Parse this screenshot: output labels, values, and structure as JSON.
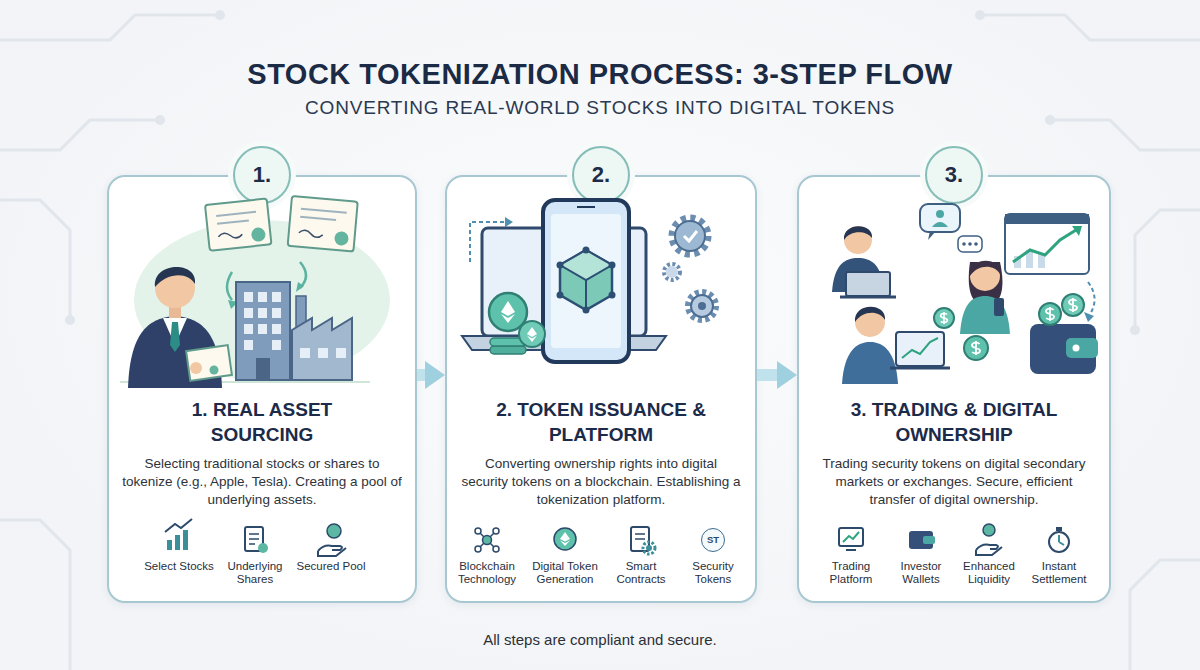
{
  "diagram": {
    "title": "STOCK TOKENIZATION PROCESS: 3-STEP FLOW",
    "caption": "All steps are compliant and secure.",
    "nodes": [
      {
        "text": [
          "1. REAL ASSET SOURCING",
          "Selecting traditional stocks or shares to tokenize (e.g., Apple, Tesla). Creating a pool of underlying assets.",
          "Select Stocks",
          "Underlying Shares",
          "Secured Pool"
        ]
      },
      {
        "text": [
          "1."
        ],
        "in": 0
      },
      {
        "text": [
          "2. TOKEN ISSUANCE & PLATFORM",
          "Converting ownership rights into digital security tokens on a blockchain. Establishing a tokenization platform.",
          "Blockchain Technology",
          "Digital Token Generation",
          "Smart Contracts",
          "ST",
          "Security Tokens"
        ]
      },
      {
        "text": [
          "2."
        ],
        "in": 2
      },
      {
        "text": [
          "3. TRADING & DIGITAL OWNERSHIP",
          "Trading security tokens on digital secondary markets or exchanges. Secure, efficient transfer of digital ownership.",
          "Trading Platform",
          "Investor Wallets",
          "Enhanced Liquidity",
          "Instant Settlement"
        ]
      },
      {
        "text": [
          "3."
        ],
        "in": 4
      }
    ],
    "edges": [
      {
        "from": 0,
        "to": 2,
        "arrow": "to"
      },
      {
        "from": 2,
        "to": 4,
        "arrow": "to"
      }
    ],
    "labels": [
      "CONVERTING REAL-WORLD STOCKS INTO DIGITAL TOKENS"
    ]
  }
}
